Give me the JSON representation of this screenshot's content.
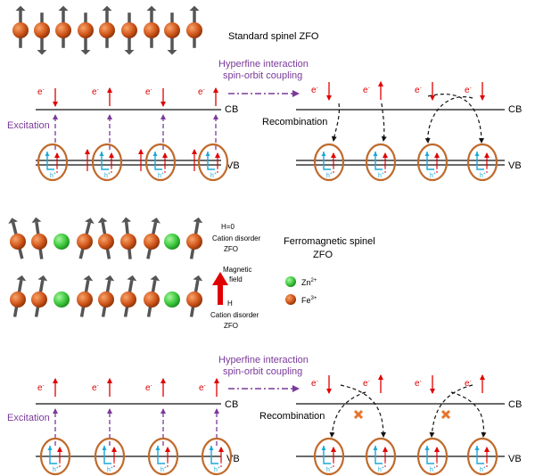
{
  "titles": {
    "standard": "Standard spinel ZFO",
    "ferromagnetic_line1": "Ferromagnetic spinel",
    "ferromagnetic_line2": "ZFO"
  },
  "process": {
    "arrow_line1": "Hyperfine interaction",
    "arrow_line2": "spin-orbit coupling",
    "excitation": "Excitation",
    "recombination": "Recombination"
  },
  "bands": {
    "cb": "CB",
    "vb": "VB"
  },
  "carriers": {
    "electron": "e",
    "electron_charge": "-",
    "hole": "h",
    "hole_charge": "+"
  },
  "middle": {
    "h0": "H=0",
    "cation_disorder": "Cation disorder",
    "zfo": "ZFO",
    "magnetic": "Magnetic",
    "field": "field",
    "h": "H"
  },
  "legend": [
    {
      "ion": "Zn",
      "charge": "2+",
      "color": "#3ec93e"
    },
    {
      "ion": "Fe",
      "charge": "3+",
      "color": "#d2581c"
    }
  ],
  "colors": {
    "fe": "#d2581c",
    "zn": "#3ec93e",
    "spin_arrow": "#555555",
    "purple": "#7a3a9a",
    "red": "#e00000",
    "cyan": "#1aa7d9",
    "orange_ring": "#c06a2c",
    "cross": "#e8732a"
  },
  "icons": [
    "spin-up-arrow-icon",
    "spin-down-arrow-icon",
    "electron-spin-icon",
    "hole-spin-icon",
    "recombination-blocked-cross-icon"
  ]
}
